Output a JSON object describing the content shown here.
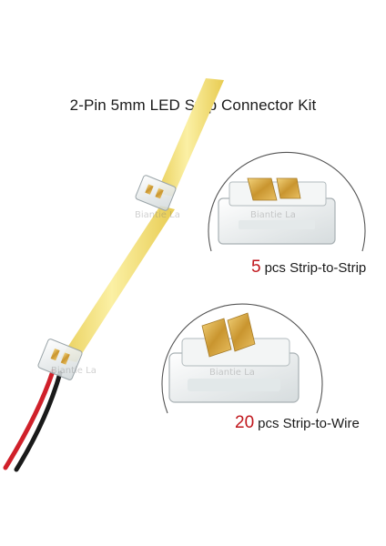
{
  "title": "2-Pin 5mm LED Strip Connector Kit",
  "items": [
    {
      "qty": "5",
      "label": "pcs Strip-to-Strip"
    },
    {
      "qty": "20",
      "label": "pcs Strip-to-Wire"
    }
  ],
  "watermark": "Biantie La",
  "colors": {
    "strip": "#f6e27a",
    "qty": "#c0161c",
    "wire_red": "#d0202a",
    "wire_black": "#1a1a1a",
    "pin_gold": "#d6a640"
  }
}
